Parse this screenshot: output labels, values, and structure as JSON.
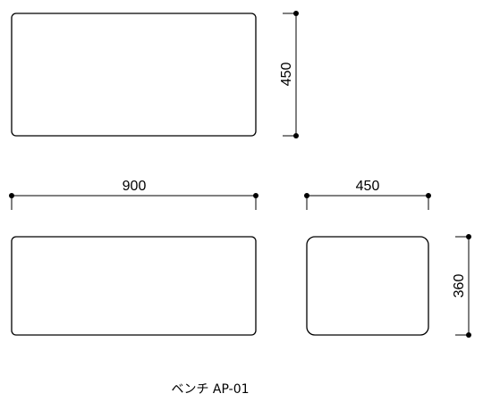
{
  "drawing": {
    "caption": "ベンチ AP-01",
    "top_view": {
      "height_label": "450"
    },
    "front_view": {
      "width_label": "900"
    },
    "side_view": {
      "width_label": "450",
      "height_label": "360"
    }
  }
}
